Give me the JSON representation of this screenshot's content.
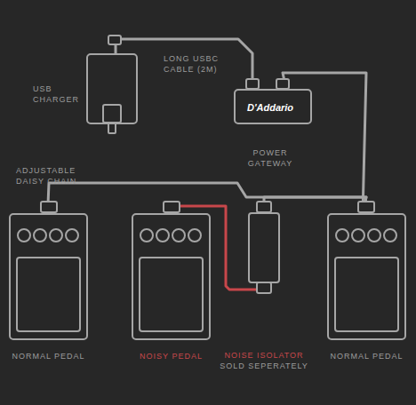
{
  "diagram": {
    "nodes": [
      {
        "text": [
          "USB CHARGER"
        ]
      },
      {
        "text": [
          "D'Addario",
          "POWER GATEWAY"
        ]
      },
      {
        "text": [
          "NORMAL PEDAL"
        ]
      },
      {
        "text": [
          "NOISY PEDAL"
        ]
      },
      {
        "text": [
          "NOISE ISOLATOR",
          "SOLD SEPERATELY"
        ]
      },
      {
        "text": [
          "NORMAL PEDAL"
        ]
      }
    ],
    "edges": [
      {
        "from": 0,
        "to": 1,
        "arrow": "none"
      },
      {
        "from": 1,
        "to": 5,
        "arrow": "none"
      },
      {
        "from": 5,
        "to": 2,
        "arrow": "none"
      },
      {
        "from": 5,
        "to": 4,
        "arrow": "none"
      },
      {
        "from": 4,
        "to": 3,
        "arrow": "none"
      }
    ],
    "labels": [
      "LONG USBC CABLE (2M)",
      "ADJUSTABLE DAISY CHAIN"
    ]
  }
}
